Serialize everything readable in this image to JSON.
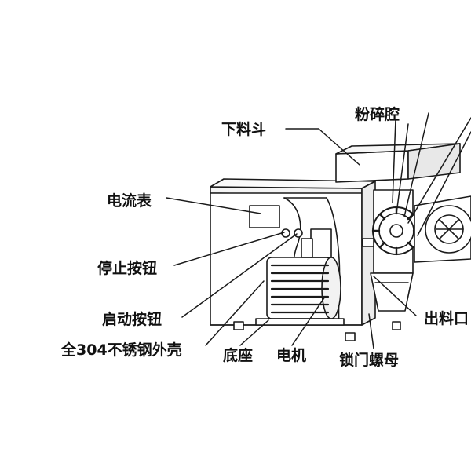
{
  "labels": {
    "hopper": "下料斗",
    "crushing_chamber": "粉碎腔",
    "ammeter": "电流表",
    "stop_button": "停止按钮",
    "start_button": "启动按钮",
    "shell": "全304不锈钢外壳",
    "base": "底座",
    "motor": "电机",
    "door_lock_nut": "锁门螺母",
    "outlet": "出料口"
  },
  "colors": {
    "ink": "#1a1a1a",
    "text": "#111111",
    "fill": "#ffffff",
    "shade": "#cfcfcf"
  }
}
